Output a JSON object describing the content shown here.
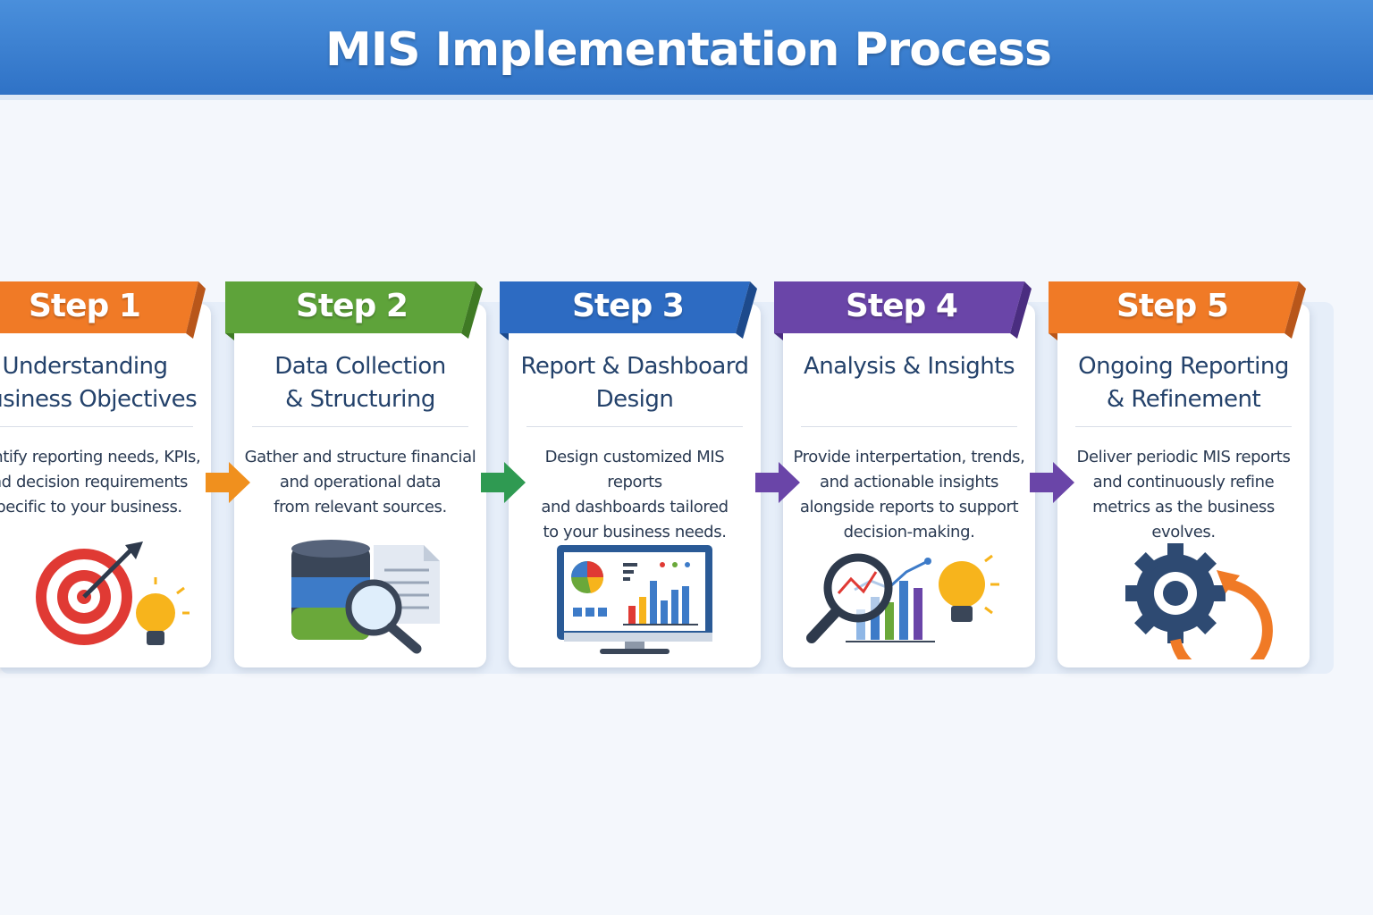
{
  "header": {
    "title": "MIS Implementation Process"
  },
  "steps": [
    {
      "label": "Step 1",
      "title": "Understanding\nBusiness Objectives",
      "description": "Identify reporting needs, KPIs,\nand decision requirements\nspecific to your business.",
      "color": "#f07a26",
      "color_dark": "#b8561a",
      "icon": "target-lightbulb-icon"
    },
    {
      "label": "Step 2",
      "title": "Data Collection\n& Structuring",
      "description": "Gather and structure financial\nand operational data\nfrom relevant sources.",
      "color": "#5ea33a",
      "color_dark": "#3f7a24",
      "icon": "database-document-magnifier-icon"
    },
    {
      "label": "Step 3",
      "title": "Report & Dashboard\nDesign",
      "description": "Design customized MIS reports\nand dashboards tailored\nto your business needs.",
      "color": "#2d6bc2",
      "color_dark": "#1d4a8c",
      "icon": "monitor-dashboard-icon"
    },
    {
      "label": "Step 4",
      "title": "Analysis & Insights",
      "description": "Provide interpertation, trends,\nand actionable insights\nalongside reports to support\ndecision-making.",
      "color": "#6a45a8",
      "color_dark": "#4a2d80",
      "icon": "magnifier-chart-lightbulb-icon"
    },
    {
      "label": "Step 5",
      "title": "Ongoing Reporting\n& Refinement",
      "description": "Deliver periodic MIS reports\nand continuously refine\nmetrics as the business evolves.",
      "color": "#f07a26",
      "color_dark": "#b8561a",
      "icon": "gear-refresh-icon"
    }
  ],
  "arrows": [
    {
      "color": "#f0901e",
      "icon": "arrow-right-icon"
    },
    {
      "color": "#2f9a52",
      "icon": "arrow-right-icon"
    },
    {
      "color": "#6a45a8",
      "icon": "arrow-right-icon"
    },
    {
      "color": "#6a45a8",
      "icon": "arrow-right-icon"
    }
  ]
}
